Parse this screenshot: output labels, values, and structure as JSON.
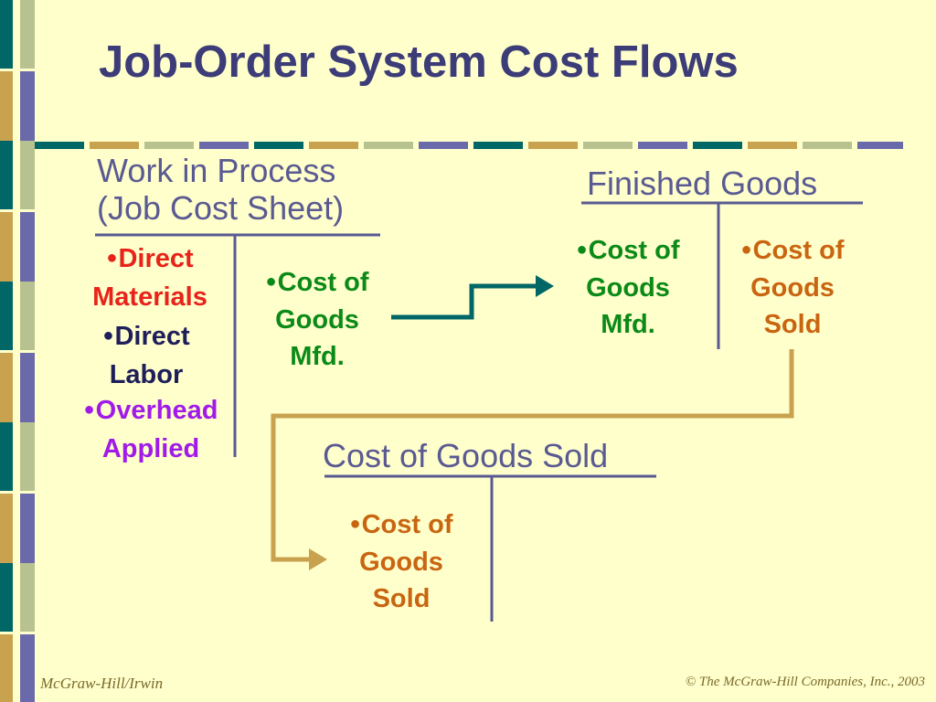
{
  "title": "Job-Order System Cost Flows",
  "accounts": {
    "wip": {
      "title_line1": "Work in Process",
      "title_line2": "(Job Cost Sheet)",
      "debits": [
        {
          "line1": "Direct",
          "line2": "Materials"
        },
        {
          "line1": "Direct",
          "line2": "Labor"
        },
        {
          "line1": "Overhead",
          "line2": "Applied"
        }
      ],
      "credit": {
        "line1": "Cost of",
        "line2": "Goods",
        "line3": "Mfd."
      }
    },
    "finished_goods": {
      "title": "Finished Goods",
      "debit": {
        "line1": "Cost of",
        "line2": "Goods",
        "line3": "Mfd."
      },
      "credit": {
        "line1": "Cost of",
        "line2": "Goods",
        "line3": "Sold"
      }
    },
    "cogs": {
      "title": "Cost of Goods Sold",
      "debit": {
        "line1": "Cost of",
        "line2": "Goods",
        "line3": "Sold"
      }
    }
  },
  "footer": {
    "left": "McGraw-Hill/Irwin",
    "right": "© The McGraw-Hill Companies, Inc., 2003"
  },
  "colors": {
    "background": "#FFFFCC",
    "title": "#3C3C78",
    "teal": "#006666",
    "gold": "#C8A24E",
    "sage": "#B8C290",
    "slate": "#6A6AAA"
  }
}
